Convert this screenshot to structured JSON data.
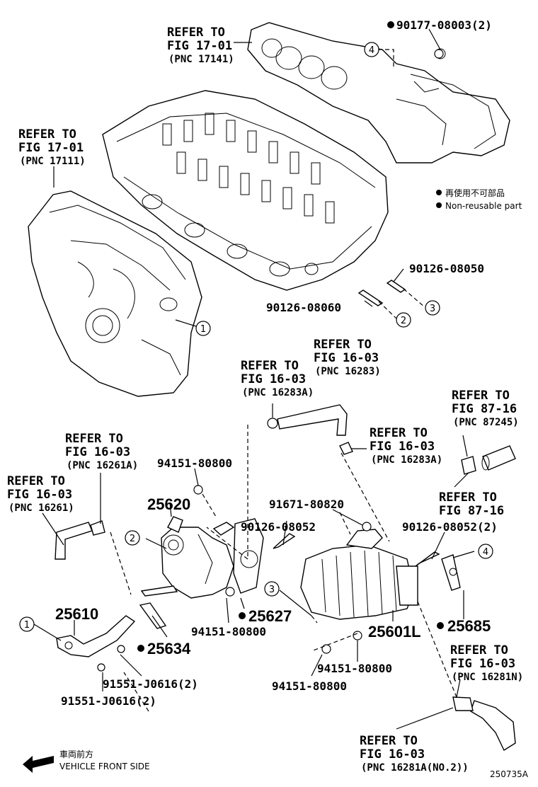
{
  "refs": {
    "ref1": [
      "REFER TO",
      "FIG 17-01",
      "(PNC 17141)"
    ],
    "ref2": [
      "REFER TO",
      "FIG 17-01",
      "(PNC 17111)"
    ],
    "ref3": [
      "REFER TO",
      "FIG 16-03",
      "(PNC 16283)"
    ],
    "ref4": [
      "REFER TO",
      "FIG 16-03",
      "(PNC 16283A)"
    ],
    "ref5": [
      "REFER TO",
      "FIG 87-16",
      "(PNC 87245)"
    ],
    "ref6": [
      "REFER TO",
      "FIG 16-03",
      "(PNC 16283A)"
    ],
    "ref7": [
      "REFER TO",
      "FIG 16-03",
      "(PNC 16261A)"
    ],
    "ref8": [
      "REFER TO",
      "FIG 16-03",
      "(PNC 16261)"
    ],
    "ref9": [
      "REFER TO",
      "FIG 87-16"
    ],
    "ref10": [
      "REFER TO",
      "FIG 16-03",
      "(PNC 16281N)"
    ],
    "ref11": [
      "REFER TO",
      "FIG 16-03",
      "(PNC 16281A(NO.2))"
    ]
  },
  "parts": {
    "p1": "90177-08003(2)",
    "p2": "90126-08050",
    "p3": "90126-08060",
    "p4": "94151-80800",
    "p5": "25620",
    "p6": "91671-80820",
    "p7": "90126-08052",
    "p8": "90126-08052(2)",
    "p9": "25610",
    "p10": "25634",
    "p11": "94151-80800",
    "p12": "25627",
    "p13": "25601L",
    "p14": "25685",
    "p15": "91551-J0616(2)",
    "p16": "91551-J0616(2)",
    "p17": "94151-80800",
    "p18": "94151-80800"
  },
  "legend": {
    "line1": "再使用不可部品",
    "line2": "Non-reusable part"
  },
  "callouts": {
    "c1": "1",
    "c2": "2",
    "c3": "3",
    "c4": "4"
  },
  "footer": {
    "dir_ja": "車両前方",
    "dir_en": "VEHICLE FRONT SIDE",
    "code": "250735A"
  }
}
